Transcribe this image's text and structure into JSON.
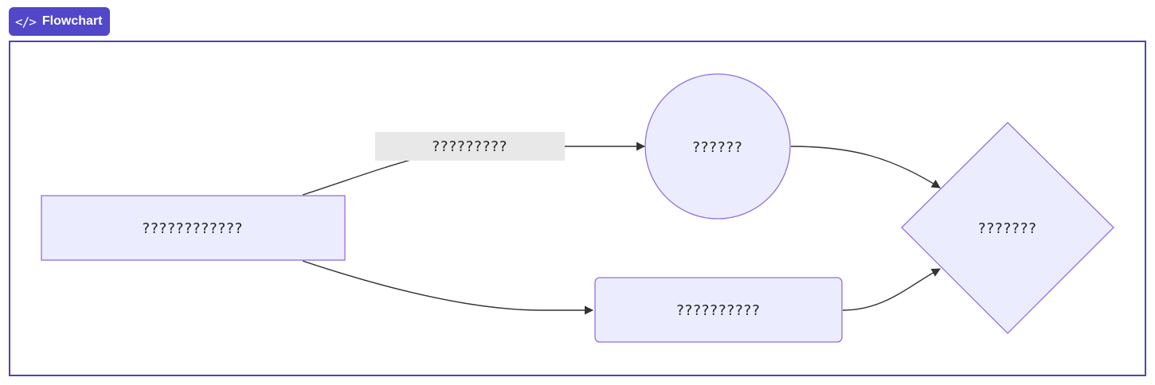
{
  "header": {
    "icon": "code-icon",
    "icon_glyph": "</>",
    "title": "Flowchart"
  },
  "colors": {
    "badge_bg": "#5147c8",
    "frame_border": "#4b45b8",
    "node_fill": "#ececff",
    "node_stroke": "#9370db",
    "edge_stroke": "#333333",
    "edge_label_bg": "#e8e8e8"
  },
  "diagram": {
    "nodes": [
      {
        "id": "start",
        "shape": "rectangle",
        "label": "????????????"
      },
      {
        "id": "circle",
        "shape": "circle",
        "label": "??????"
      },
      {
        "id": "process",
        "shape": "rounded-rectangle",
        "label": "??????????"
      },
      {
        "id": "decision",
        "shape": "diamond",
        "label": "???????"
      }
    ],
    "edges": [
      {
        "from": "start",
        "to": "circle",
        "label": "?????????"
      },
      {
        "from": "start",
        "to": "process",
        "label": ""
      },
      {
        "from": "circle",
        "to": "decision",
        "label": ""
      },
      {
        "from": "process",
        "to": "decision",
        "label": ""
      }
    ]
  }
}
